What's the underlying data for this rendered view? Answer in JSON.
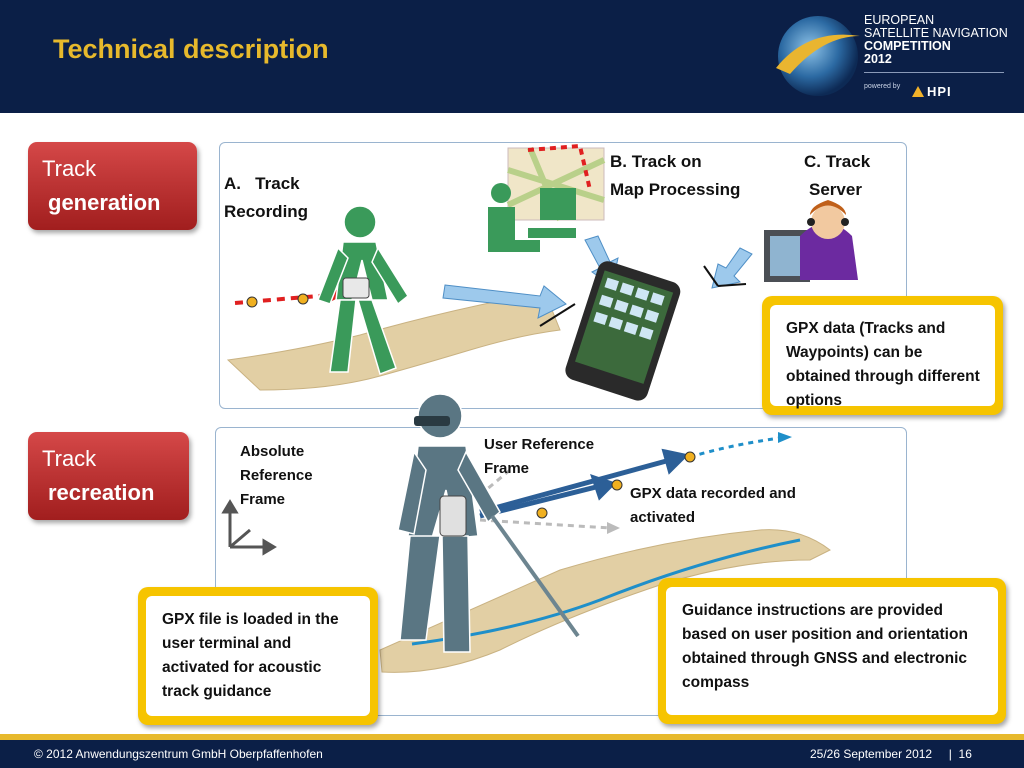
{
  "header": {
    "title": "Technical description",
    "logo": {
      "line1": "EUROPEAN",
      "line2": "SATELLITE NAVIGATION",
      "line3": "COMPETITION",
      "line4": "2012",
      "powered_by": "powered by",
      "sponsor": "HPI"
    }
  },
  "sections": {
    "generation": {
      "button_line1": "Track",
      "button_line2": "generation",
      "step_a_num": "A.",
      "step_a_line1": "Track",
      "step_a_line2": "Recording",
      "step_b_line1": "B. Track on",
      "step_b_line2": "Map Processing",
      "step_c_line1": "C. Track",
      "step_c_line2": "Server",
      "info_box": "GPX data (Tracks and Waypoints) can be obtained through different options"
    },
    "recreation": {
      "button_line1": "Track",
      "button_line2": "recreation",
      "absolute_frame_line1": "Absolute",
      "absolute_frame_line2": "Reference",
      "absolute_frame_line3": "Frame",
      "user_frame_line1": "User Reference",
      "user_frame_line2": "Frame",
      "gpx_recorded_line1": "GPX data recorded and",
      "gpx_recorded_line2": "activated",
      "left_box": "GPX file is loaded in the user terminal and activated for acoustic track guidance",
      "right_box": "Guidance instructions are provided based on user  position and orientation obtained through GNSS and electronic compass"
    }
  },
  "footer": {
    "copyright": "© 2012 Anwendungszentrum GmbH Oberpfaffenhofen",
    "date_page": "25/26 September 2012     |  16"
  },
  "colors": {
    "navy": "#0b1f47",
    "gold": "#e7b92c",
    "red": "#c0302f",
    "yellow_box": "#f6c400",
    "figure_green": "#3a9a5a",
    "figure_gray": "#5a7683"
  }
}
